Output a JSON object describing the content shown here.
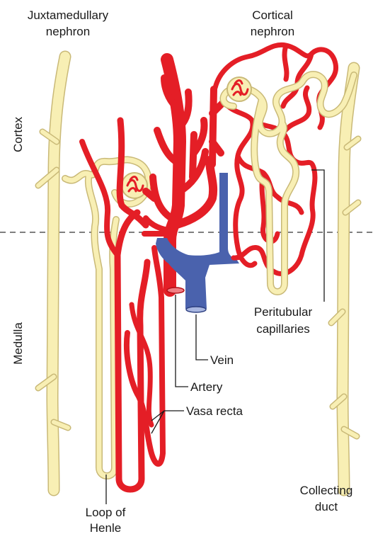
{
  "labels": {
    "juxtamedullary_line1": "Juxtamedullary",
    "juxtamedullary_line2": "nephron",
    "cortical_line1": "Cortical",
    "cortical_line2": "nephron",
    "cortex": "Cortex",
    "medulla": "Medulla",
    "peritubular_line1": "Peritubular",
    "peritubular_line2": "capillaries",
    "vein": "Vein",
    "artery": "Artery",
    "vasa_recta": "Vasa recta",
    "loop_line1": "Loop of",
    "loop_line2": "Henle",
    "collecting_line1": "Collecting",
    "collecting_line2": "duct"
  },
  "colors": {
    "tubule": "#f8efb4",
    "artery": "#e41e26",
    "vein": "#4a62ad"
  }
}
